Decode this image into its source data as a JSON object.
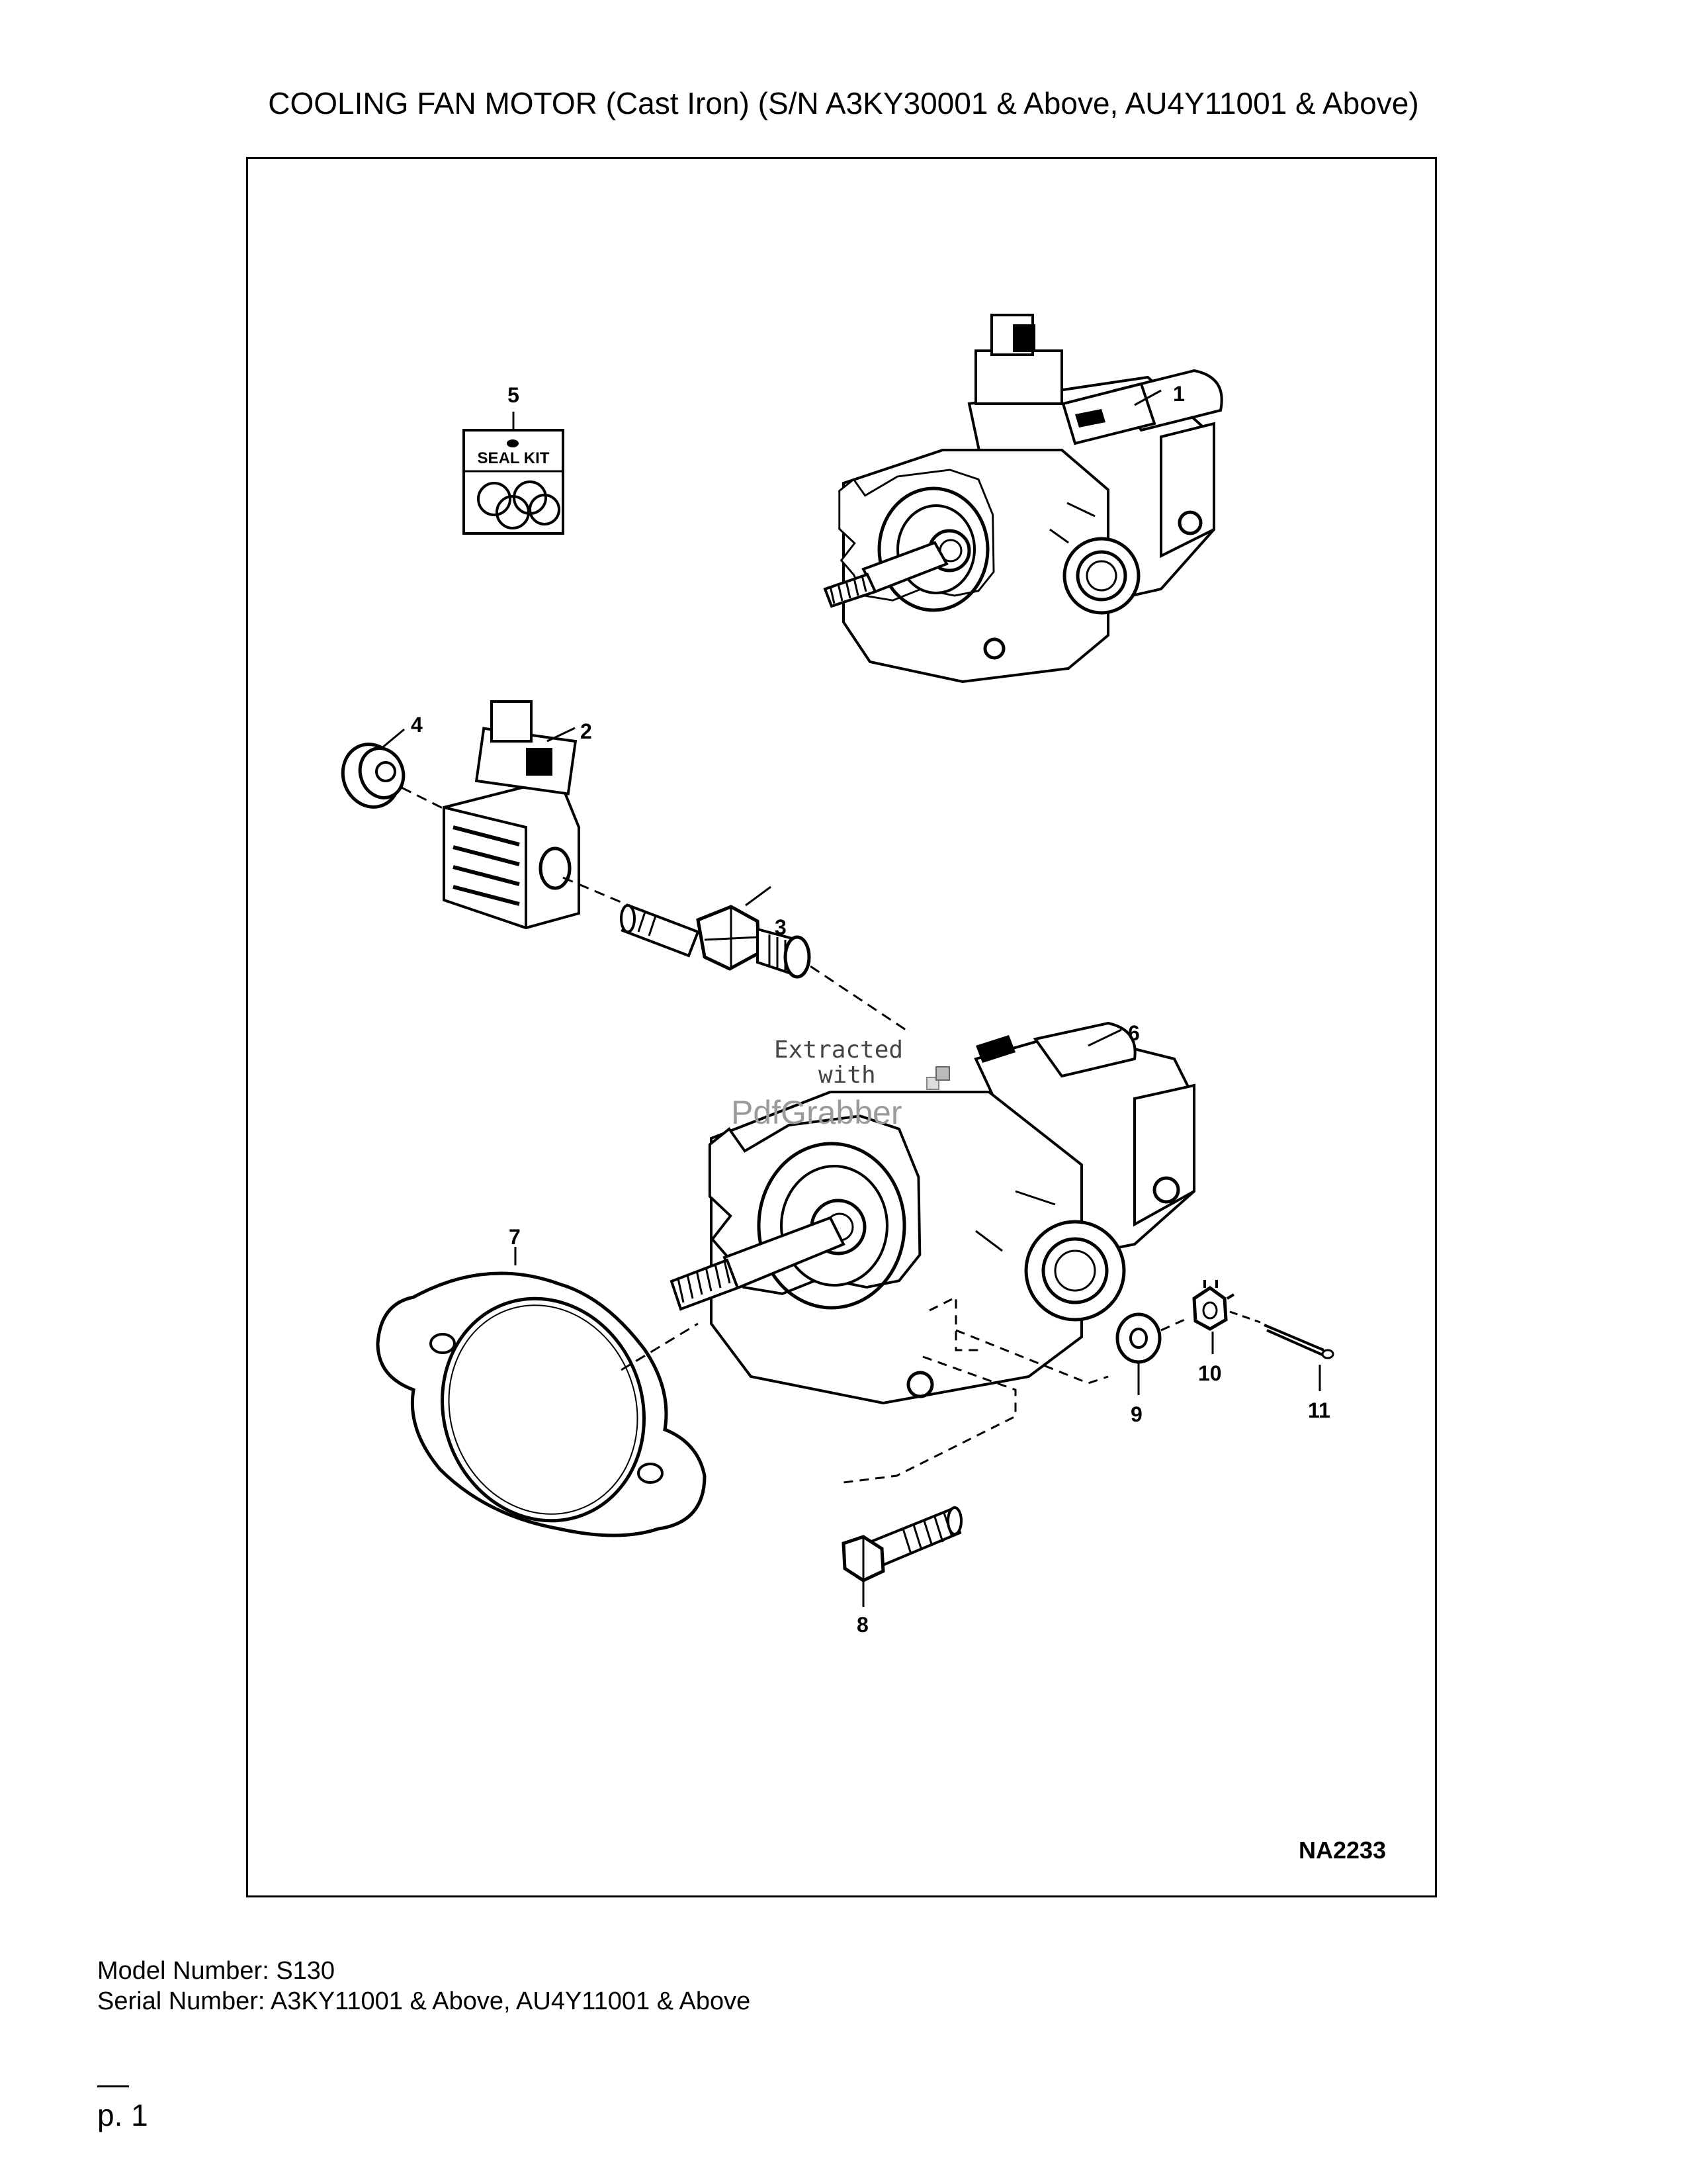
{
  "document": {
    "title": "COOLING FAN MOTOR (Cast Iron) (S/N A3KY30001 & Above, AU4Y11001 & Above)",
    "figure": {
      "figure_id": "NA2233",
      "seal_kit_label": "SEAL KIT",
      "callouts": {
        "c1": "1",
        "c2": "2",
        "c3": "3",
        "c4": "4",
        "c5": "5",
        "c6": "6",
        "c7": "7",
        "c8": "8",
        "c9": "9",
        "c10": "10",
        "c11": "11"
      },
      "watermark": {
        "line1": "Extracted",
        "line2": "with",
        "line3": "PdfGrabber"
      }
    },
    "footer": {
      "model_number": "Model Number: S130",
      "serial_number": "Serial Number: A3KY11001 & Above, AU4Y11001 & Above"
    },
    "page_number": "p. 1"
  }
}
